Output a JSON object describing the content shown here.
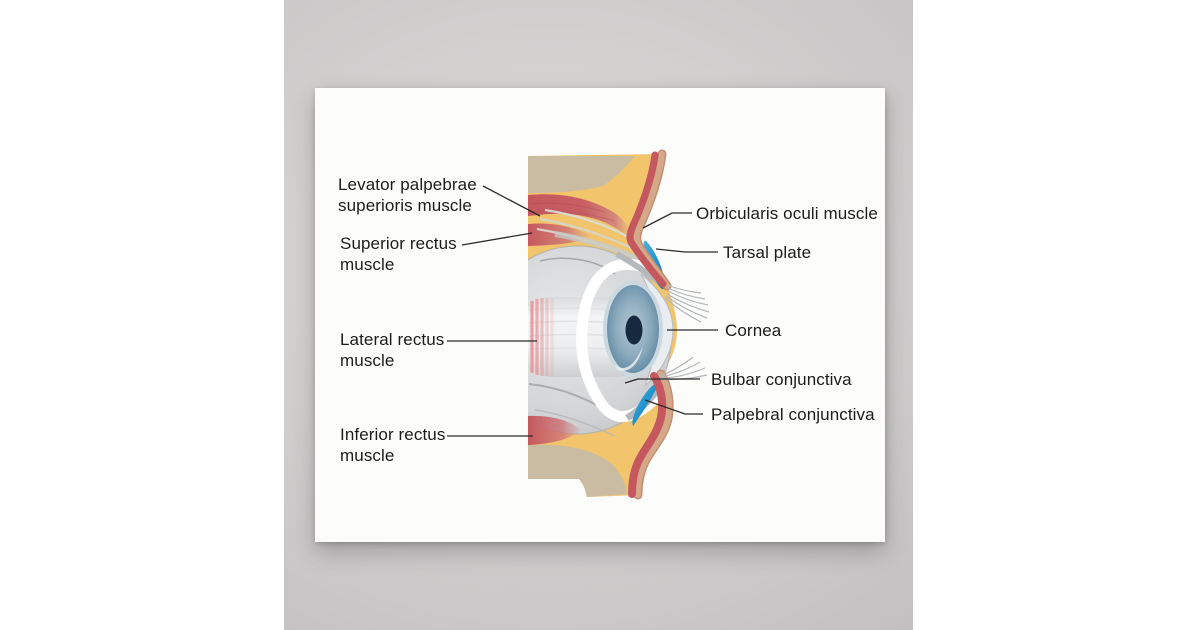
{
  "diagram": {
    "labels": {
      "levator": "Levator palpebrae superioris muscle",
      "superior_rectus": "Superior rectus muscle",
      "lateral_rectus": "Lateral rectus muscle",
      "inferior_rectus": "Inferior rectus muscle",
      "orbicularis": "Orbicularis oculi muscle",
      "tarsal_plate": "Tarsal plate",
      "cornea": "Cornea",
      "bulbar_conjunctiva": "Bulbar conjunctiva",
      "palpebral_conjunctiva": "Palpebral conjunctiva"
    }
  },
  "colors": {
    "page_bg": "#ffffff",
    "wall_gray": "#cdcaca",
    "poster_white": "#fcfcfb",
    "fat_yellow": "#f2c46c",
    "tissue_beige": "#c9bca3",
    "skin_tan": "#d4a888",
    "skin_edge": "#bf8f6e",
    "muscle_red": "#c4585e",
    "muscle_red_soft": "#e79a9c",
    "globe_gray": "#d5d6d8",
    "sclera_white": "#ffffff",
    "tendon_gray": "#d6dcd8",
    "lid_margin_gray": "#b6b9bb",
    "tarsal_blue": "#2d9fd7",
    "tarsal_blue_deep": "#0e74b1",
    "iris_ring": "#cbd8df",
    "iris_blue": "#7b9db2",
    "pupil_navy": "#16293f",
    "lash_gray": "#b3b7b9",
    "outline_gray": "#a4a7a9",
    "label_text": "#1c1c1c",
    "leader_line": "#2b2b2b"
  }
}
